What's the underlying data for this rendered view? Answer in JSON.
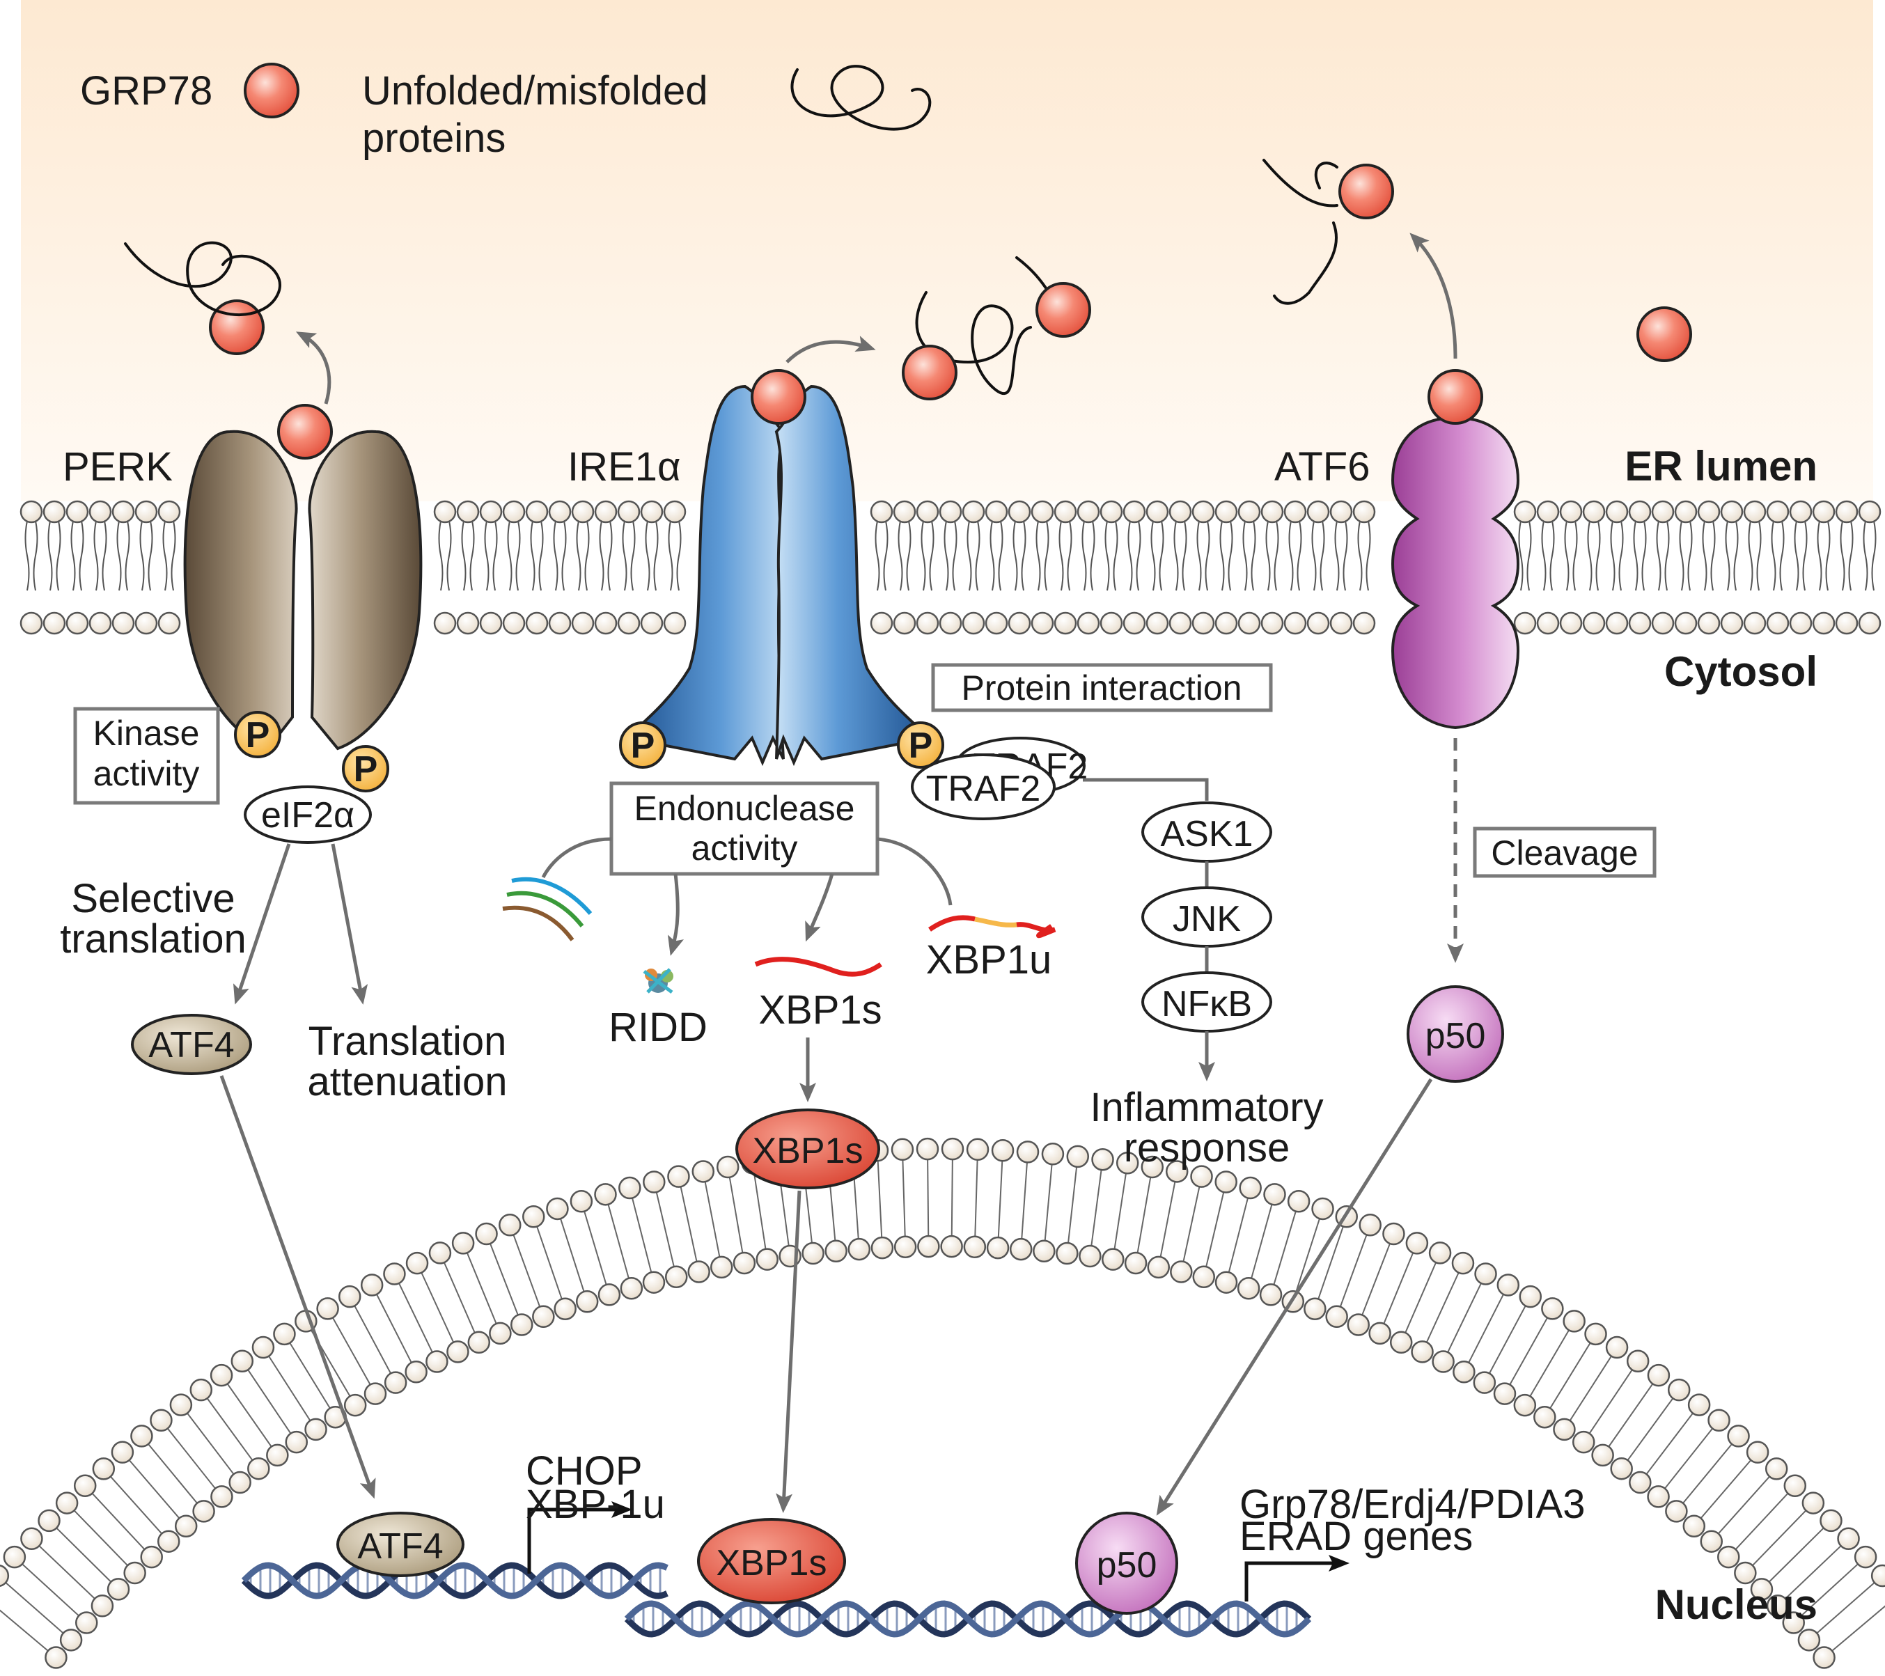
{
  "legend": {
    "grp78": "GRP78",
    "unfolded_line1": "Unfolded/misfolded",
    "unfolded_line2": "proteins"
  },
  "compartments": {
    "er_lumen": "ER lumen",
    "cytosol": "Cytosol",
    "nucleus": "Nucleus"
  },
  "sensors": {
    "perk": "PERK",
    "ire1": "IRE1α",
    "atf6": "ATF6"
  },
  "phospho": "P",
  "perk_branch": {
    "kinase_line1": "Kinase",
    "kinase_line2": "activity",
    "eif2a": "eIF2α",
    "selective_line1": "Selective",
    "selective_line2": "translation",
    "atten_line1": "Translation",
    "atten_line2": "attenuation",
    "atf4": "ATF4",
    "atf4_nuclear": "ATF4",
    "target_line1": "CHOP",
    "target_line2": "XBP-1u"
  },
  "ire1_branch": {
    "endo_line1": "Endonuclease",
    "endo_line2": "activity",
    "ridd": "RIDD",
    "xbp1s_mrna": "XBP1s",
    "xbp1u_mrna": "XBP1u",
    "xbp1s_protein": "XBP1s",
    "xbp1s_nuclear": "XBP1s",
    "protein_interaction": "Protein interaction",
    "traf2_back": "TRAF2",
    "traf2": "TRAF2",
    "ask1": "ASK1",
    "jnk": "JNK",
    "nfkb": "NFκB",
    "inflam_line1": "Inflammatory",
    "inflam_line2": "response"
  },
  "atf6_branch": {
    "cleavage": "Cleavage",
    "p50": "p50",
    "p50_nuclear": "p50",
    "target_line1": "Grp78/Erdj4/PDIA3",
    "target_line2": "ERAD genes"
  },
  "colors": {
    "lumen_top": "#fbe6cc",
    "grp78": "#f2705e",
    "perk": "#7a6650",
    "ire1": "#2f6fb0",
    "atf6": "#b45aae",
    "phospho": "#f7bd4a",
    "xbp1s": "#e0503e",
    "atf4": "#cbbfa6",
    "p50": "#d487cf",
    "dna": "#2c3e63"
  }
}
